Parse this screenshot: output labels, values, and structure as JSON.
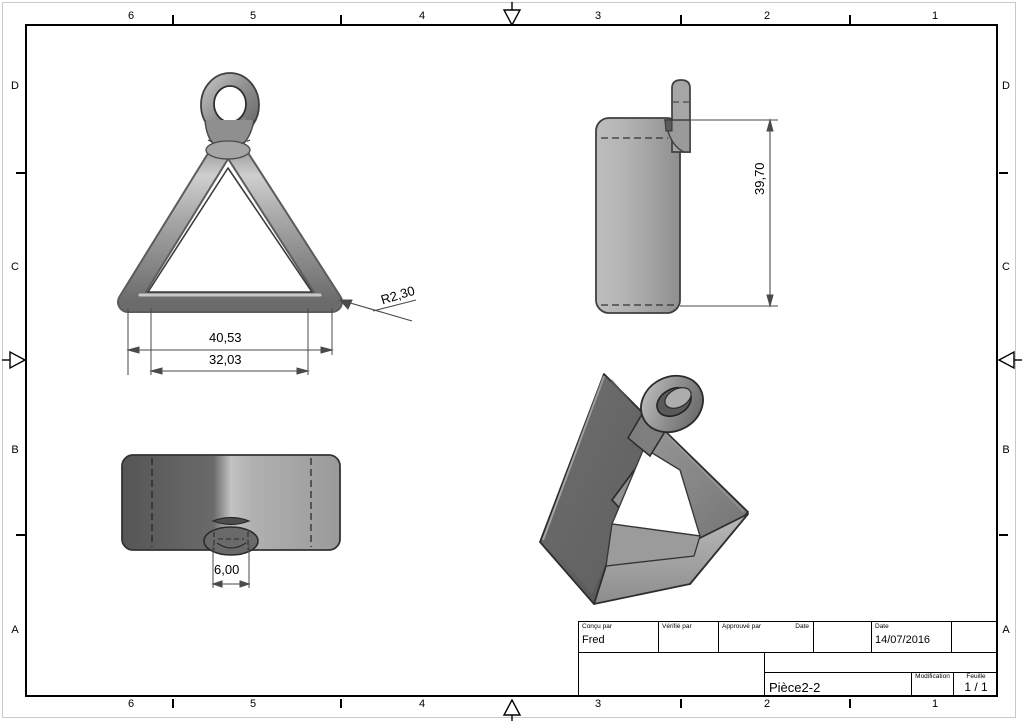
{
  "drawing": {
    "sheet_zones_horizontal": [
      "6",
      "5",
      "4",
      "3",
      "2",
      "1"
    ],
    "sheet_zones_vertical": [
      "D",
      "C",
      "B",
      "A"
    ],
    "dimensions": {
      "front_outer_width": "40,53",
      "front_inner_width": "32,03",
      "corner_radius": "R2,30",
      "side_height": "39,70",
      "bottom_boss_width": "6,00"
    }
  },
  "title_block": {
    "designed_by_label": "Conçu par",
    "designed_by_value": "Fred",
    "checked_by_label": "Vérifié par",
    "checked_by_value": "",
    "approved_by_label": "Approuvé par",
    "approved_by_value": "",
    "date_label_small": "Date",
    "date_label": "Date",
    "date_value": "14/07/2016",
    "part_name": "Pièce2-2",
    "modification_label": "Modification",
    "modification_value": "",
    "sheet_label": "Feuille",
    "sheet_value": "1 / 1"
  },
  "colors": {
    "frame": "#000000",
    "part_light": "#d2d2d2",
    "part_mid": "#9a9a9a",
    "part_dark": "#6e6e6e",
    "part_darkest": "#4a4a4a",
    "page_edge": "#c9c9c9"
  }
}
